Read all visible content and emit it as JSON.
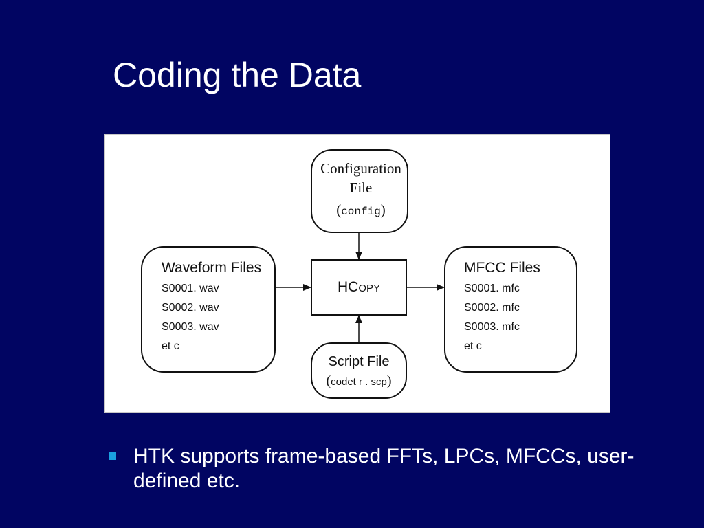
{
  "slide": {
    "title": "Coding the Data",
    "bullets": [
      {
        "text": "HTK supports frame-based FFTs, LPCs, MFCCs, user-defined etc."
      }
    ]
  },
  "diagram": {
    "config_node": {
      "line1": "Configuration",
      "line2": "File",
      "paren_open": "(",
      "code": "config",
      "paren_close": ")"
    },
    "hcopy_node": {
      "prefix": "HC",
      "suffix": "OPY"
    },
    "waveform_node": {
      "title": "Waveform Files",
      "files": [
        "S0001. wav",
        "S0002. wav",
        "S0003. wav"
      ],
      "etc": "et c"
    },
    "mfcc_node": {
      "title": "MFCC Files",
      "files": [
        "S0001. mfc",
        "S0002. mfc",
        "S0003. mfc"
      ],
      "etc": "et c"
    },
    "script_node": {
      "title": "Script File",
      "paren_open": "(",
      "code": "codet r . scp",
      "paren_close": ")"
    }
  },
  "colors": {
    "background": "#010562",
    "bullet": "#1aa0e0",
    "text": "#ffffff",
    "diagram_stroke": "#111111"
  }
}
